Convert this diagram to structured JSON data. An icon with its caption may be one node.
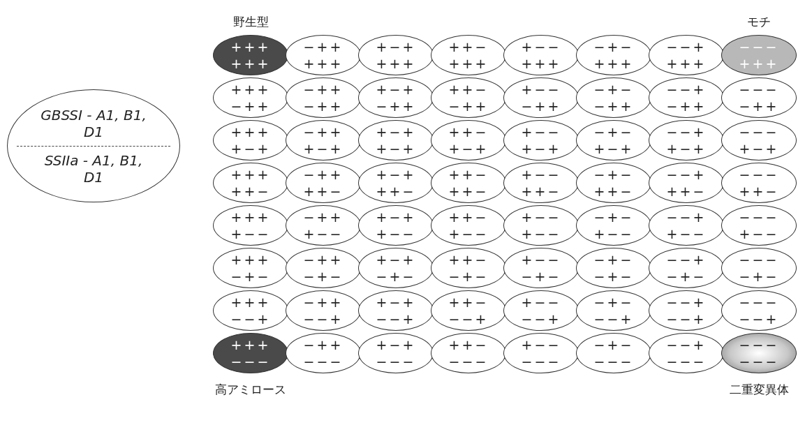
{
  "diagram": {
    "nodes": [
      {
        "text": [
          "GBSSI - A1, B1, D1",
          "SSIIa - A1, B1, D1"
        ]
      },
      {
        "text": [
          "+++",
          "+++"
        ],
        "beside": [
          "野生型"
        ]
      },
      {
        "text": [
          "−++",
          "+++"
        ]
      },
      {
        "text": [
          "+−+",
          "+++"
        ]
      },
      {
        "text": [
          "++−",
          "+++"
        ]
      },
      {
        "text": [
          "+−−",
          "+++"
        ]
      },
      {
        "text": [
          "−+−",
          "+++"
        ]
      },
      {
        "text": [
          "−−+",
          "+++"
        ]
      },
      {
        "text": [
          "−−−",
          "+++"
        ],
        "beside": [
          "モチ"
        ]
      },
      {
        "text": [
          "+++",
          "−++"
        ]
      },
      {
        "text": [
          "−++",
          "−++"
        ]
      },
      {
        "text": [
          "+−+",
          "−++"
        ]
      },
      {
        "text": [
          "++−",
          "−++"
        ]
      },
      {
        "text": [
          "+−−",
          "−++"
        ]
      },
      {
        "text": [
          "−+−",
          "−++"
        ]
      },
      {
        "text": [
          "−−+",
          "−++"
        ]
      },
      {
        "text": [
          "−−−",
          "−++"
        ]
      },
      {
        "text": [
          "+++",
          "+−+"
        ]
      },
      {
        "text": [
          "−++",
          "+−+"
        ]
      },
      {
        "text": [
          "+−+",
          "+−+"
        ]
      },
      {
        "text": [
          "++−",
          "+−+"
        ]
      },
      {
        "text": [
          "+−−",
          "+−+"
        ]
      },
      {
        "text": [
          "−+−",
          "+−+"
        ]
      },
      {
        "text": [
          "−−+",
          "+−+"
        ]
      },
      {
        "text": [
          "−−−",
          "+−+"
        ]
      },
      {
        "text": [
          "+++",
          "++−"
        ]
      },
      {
        "text": [
          "−++",
          "++−"
        ]
      },
      {
        "text": [
          "+−+",
          "++−"
        ]
      },
      {
        "text": [
          "++−",
          "++−"
        ]
      },
      {
        "text": [
          "+−−",
          "++−"
        ]
      },
      {
        "text": [
          "−+−",
          "++−"
        ]
      },
      {
        "text": [
          "−−+",
          "++−"
        ]
      },
      {
        "text": [
          "−−−",
          "++−"
        ]
      },
      {
        "text": [
          "+++",
          "+−−"
        ]
      },
      {
        "text": [
          "−++",
          "+−−"
        ]
      },
      {
        "text": [
          "+−+",
          "+−−"
        ]
      },
      {
        "text": [
          "++−",
          "+−−"
        ]
      },
      {
        "text": [
          "+−−",
          "+−−"
        ]
      },
      {
        "text": [
          "−+−",
          "+−−"
        ]
      },
      {
        "text": [
          "−−+",
          "+−−"
        ]
      },
      {
        "text": [
          "−−−",
          "+−−"
        ]
      },
      {
        "text": [
          "+++",
          "−+−"
        ]
      },
      {
        "text": [
          "−++",
          "−+−"
        ]
      },
      {
        "text": [
          "+−+",
          "−+−"
        ]
      },
      {
        "text": [
          "++−",
          "−+−"
        ]
      },
      {
        "text": [
          "+−−",
          "−+−"
        ]
      },
      {
        "text": [
          "−+−",
          "−+−"
        ]
      },
      {
        "text": [
          "−−+",
          "−+−"
        ]
      },
      {
        "text": [
          "−−−",
          "−+−"
        ]
      },
      {
        "text": [
          "+++",
          "−−+"
        ]
      },
      {
        "text": [
          "−++",
          "−−+"
        ]
      },
      {
        "text": [
          "+−+",
          "−−+"
        ]
      },
      {
        "text": [
          "++−",
          "−−+"
        ]
      },
      {
        "text": [
          "+−−",
          "−−+"
        ]
      },
      {
        "text": [
          "−+−",
          "−−+"
        ]
      },
      {
        "text": [
          "−−+",
          "−−+"
        ]
      },
      {
        "text": [
          "−−−",
          "−−+"
        ]
      },
      {
        "text": [
          "+++",
          "−−−"
        ],
        "beside": [
          "高アミロース"
        ]
      },
      {
        "text": [
          "−++",
          "−−−"
        ]
      },
      {
        "text": [
          "+−+",
          "−−−"
        ]
      },
      {
        "text": [
          "++−",
          "−−−"
        ]
      },
      {
        "text": [
          "+−−",
          "−−−"
        ]
      },
      {
        "text": [
          "−+−",
          "−−−"
        ]
      },
      {
        "text": [
          "−−+",
          "−−−"
        ]
      },
      {
        "text": [
          "−−−",
          "−−−"
        ],
        "beside": [
          "二重変異体"
        ]
      }
    ]
  }
}
